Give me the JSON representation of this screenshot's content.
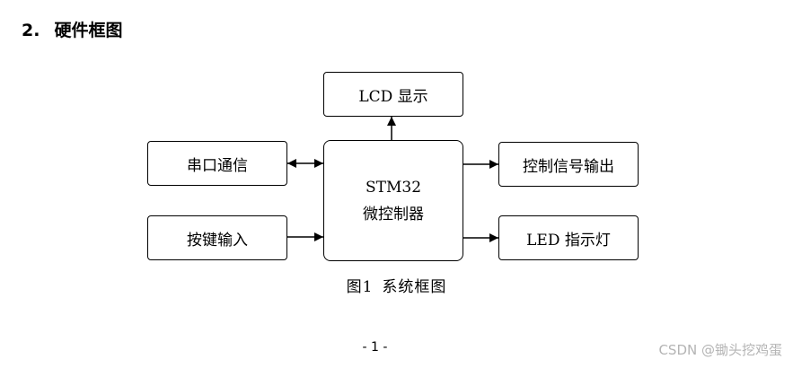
{
  "section": {
    "number": "2.",
    "title": "硬件框图"
  },
  "diagram": {
    "mcu": {
      "line1": "STM32",
      "line2": "微控制器"
    },
    "top_block": "LCD 显示",
    "left_blocks": [
      "串口通信",
      "按键输入"
    ],
    "right_blocks": [
      "控制信号输出",
      "LED 指示灯"
    ],
    "connections": [
      {
        "from": "STM32 微控制器",
        "to": "LCD 显示",
        "direction": "one-way"
      },
      {
        "from": "串口通信",
        "to": "STM32 微控制器",
        "direction": "two-way"
      },
      {
        "from": "按键输入",
        "to": "STM32 微控制器",
        "direction": "one-way"
      },
      {
        "from": "STM32 微控制器",
        "to": "控制信号输出",
        "direction": "one-way"
      },
      {
        "from": "STM32 微控制器",
        "to": "LED 指示灯",
        "direction": "one-way"
      }
    ]
  },
  "caption": {
    "label": "图1",
    "text": "系统框图"
  },
  "footer": {
    "page_number": "- 1 -",
    "watermark": "CSDN @锄头挖鸡蛋"
  }
}
